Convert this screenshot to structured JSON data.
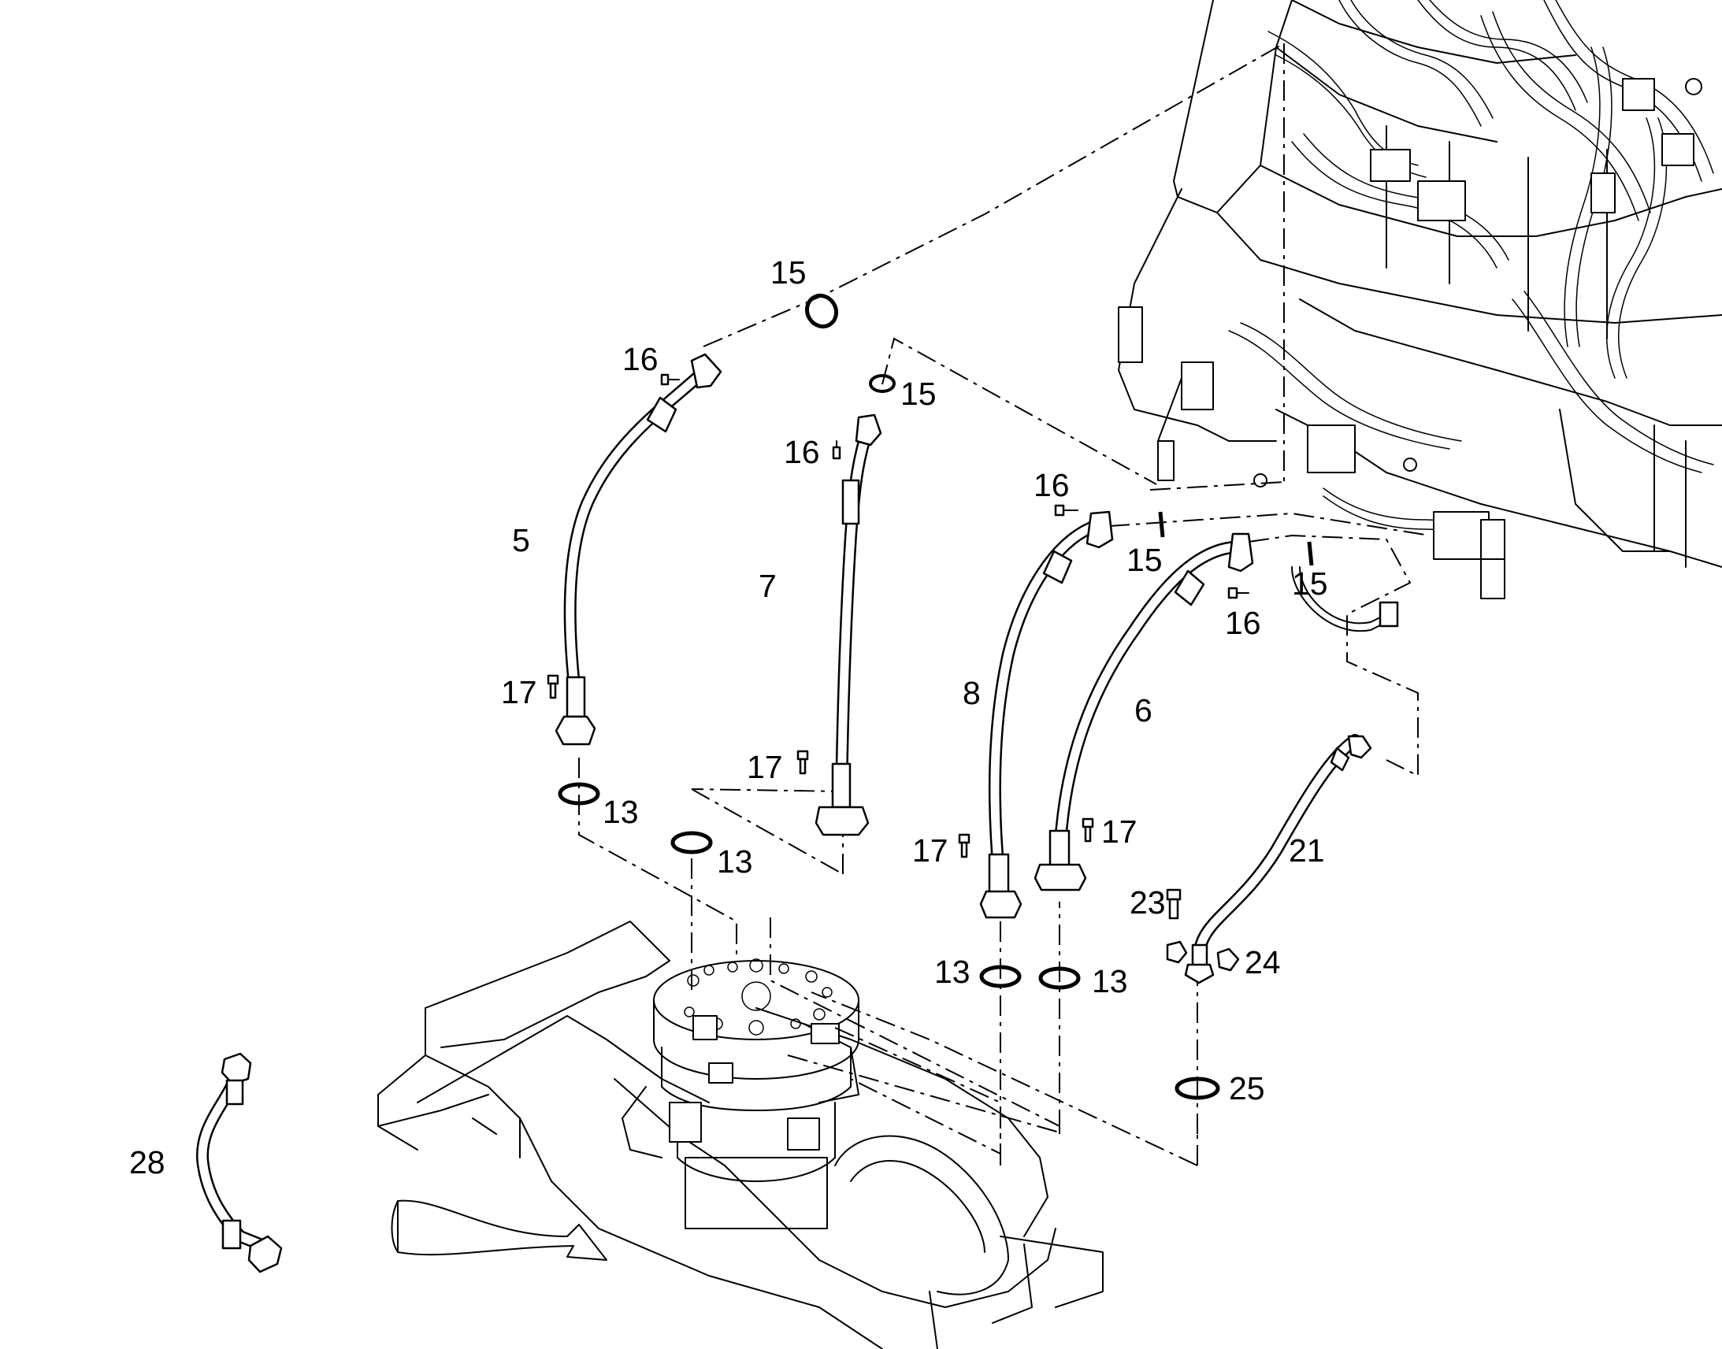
{
  "callouts": {
    "c5": "5",
    "c7": "7",
    "c8": "8",
    "c6": "6",
    "c21": "21",
    "c28": "28",
    "c15a": "15",
    "c15b": "15",
    "c15c": "15",
    "c15d": "15",
    "c16a": "16",
    "c16b": "16",
    "c16c": "16",
    "c16d": "16",
    "c17a": "17",
    "c17b": "17",
    "c17c": "17",
    "c17d": "17",
    "c13a": "13",
    "c13b": "13",
    "c13c": "13",
    "c13d": "13",
    "c23": "23",
    "c24": "24",
    "c25": "25"
  },
  "colors": {
    "line": "#000000",
    "background": "#ffffff"
  },
  "icons": {
    "rotation-arrow": "curved-arrow-icon"
  }
}
